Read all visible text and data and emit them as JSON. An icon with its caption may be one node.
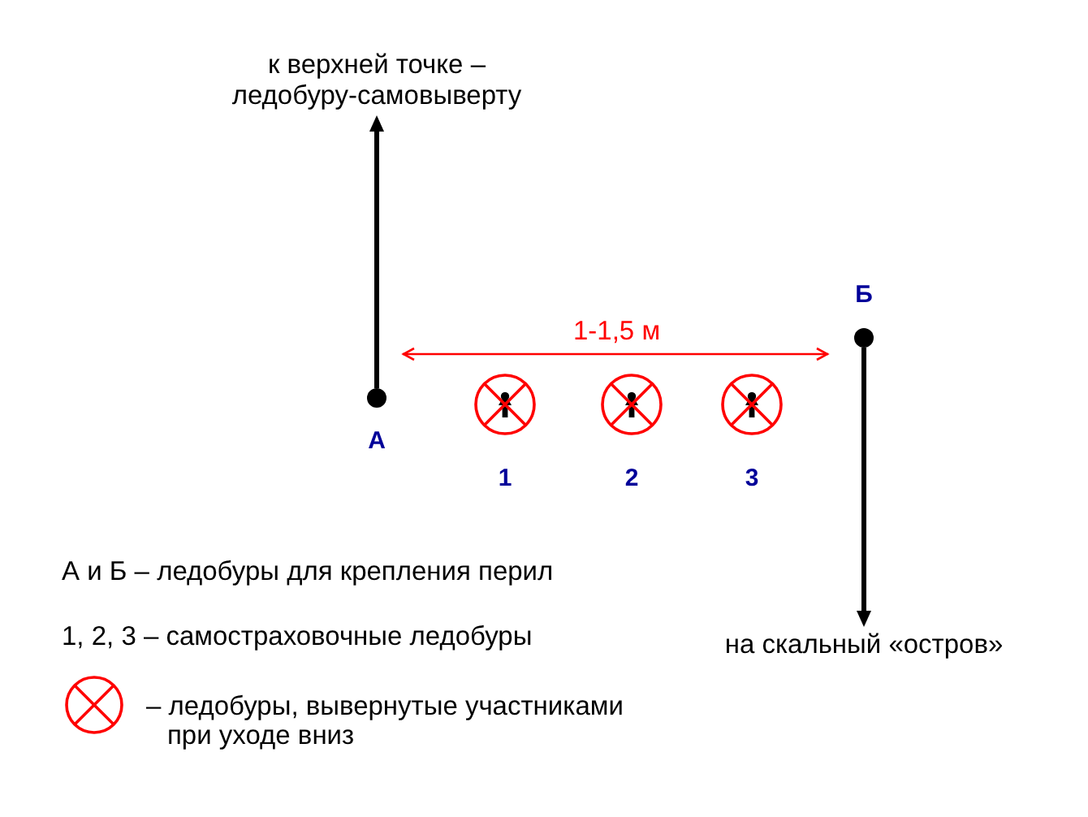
{
  "diagram": {
    "nodes": [
      {
        "text": [
          "к верхней точке – ледобуру-самовыверту"
        ]
      },
      {
        "text": [],
        "shape": "circle",
        "beside": [
          "А"
        ]
      },
      {
        "text": [],
        "shape": "circle",
        "beside": [
          "1"
        ]
      },
      {
        "text": [],
        "shape": "circle",
        "beside": [
          "2"
        ]
      },
      {
        "text": [],
        "shape": "circle",
        "beside": [
          "3"
        ]
      },
      {
        "text": [],
        "shape": "circle",
        "beside": [
          "Б"
        ]
      },
      {
        "text": [
          "на скальный «остров»"
        ]
      }
    ],
    "edges": [
      {
        "from": 1,
        "to": 0,
        "arrow": "to"
      },
      {
        "from": 5,
        "to": 6,
        "arrow": "to"
      }
    ],
    "labels": [
      "1-1,5 м",
      "А и Б – ледобуры для крепления перил",
      "1, 2, 3 – самостраховочные ледобуры"
    ],
    "legend": [
      {
        "text": "– ледобуры, вывернутые участниками при уходе вниз"
      }
    ]
  }
}
